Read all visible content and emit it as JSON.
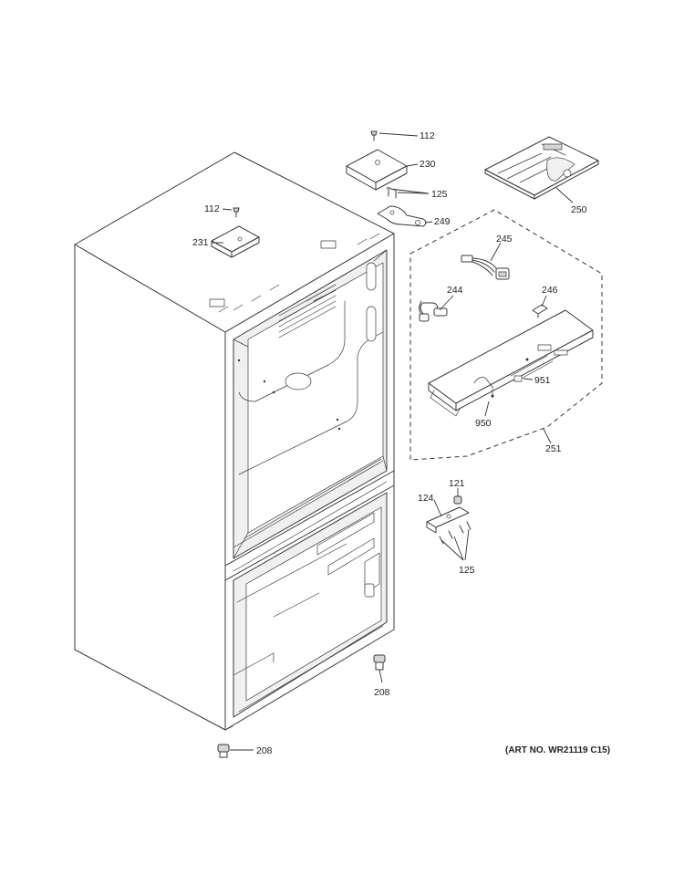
{
  "callouts": {
    "c112_top": "112",
    "c230": "230",
    "c125_top": "125",
    "c249": "249",
    "c112_left": "112",
    "c231": "231",
    "c250": "250",
    "c245": "245",
    "c244": "244",
    "c246": "246",
    "c951": "951",
    "c950": "950",
    "c251": "251",
    "c121": "121",
    "c124": "124",
    "c125_bottom": "125",
    "c208_right": "208",
    "c208_bottom": "208"
  },
  "art_number": "(ART NO. WR21119 C15)"
}
